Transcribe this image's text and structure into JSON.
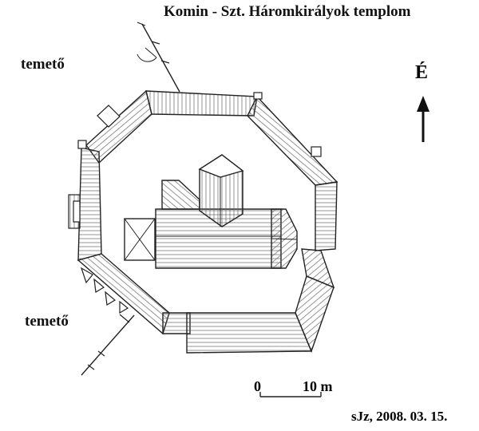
{
  "title": "Komin - Szt. Háromkirályok templom",
  "labels": {
    "cemetery_top": "temető",
    "cemetery_bottom": "temető"
  },
  "north": {
    "label": "É"
  },
  "scale": {
    "start": "0",
    "end": "10 m"
  },
  "signature": "sJz, 2008. 03. 15.",
  "colors": {
    "ink": "#222222",
    "hatch": "#555555"
  }
}
